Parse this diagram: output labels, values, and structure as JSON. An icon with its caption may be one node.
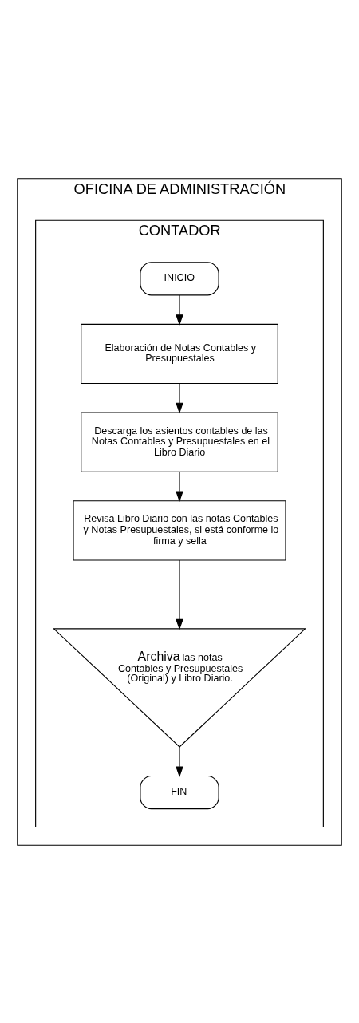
{
  "diagram": {
    "nodes": [
      {
        "text": [
          "OFICINA DE ADMINISTRACIÓN"
        ]
      },
      {
        "text": [
          "CONTADOR"
        ],
        "in": 0
      },
      {
        "text": [
          "INICIO"
        ],
        "in": 1
      },
      {
        "text": [
          "Elaboración de Notas Contables y Presupuestales"
        ],
        "in": 1
      },
      {
        "text": [
          "Descarga los asientos contables de las Notas Contables y Presupuestales en el Libro Diario"
        ],
        "in": 1
      },
      {
        "text": [
          "Revisa Libro Diario con las notas Contables y Notas Presupuestales, si está conforme lo firma y sella"
        ],
        "in": 1
      },
      {
        "text": [
          "**Archiva** las notas Contables y Presupuestales (Original) y Libro Diario."
        ],
        "in": 1
      },
      {
        "text": [
          "FIN"
        ],
        "in": 1
      }
    ],
    "edges": [
      {
        "from": 2,
        "to": 3,
        "arrow": "to"
      },
      {
        "from": 3,
        "to": 4,
        "arrow": "to"
      },
      {
        "from": 4,
        "to": 5,
        "arrow": "to"
      },
      {
        "from": 5,
        "to": 6,
        "arrow": "to"
      },
      {
        "from": 6,
        "to": 7,
        "arrow": "to"
      }
    ]
  }
}
